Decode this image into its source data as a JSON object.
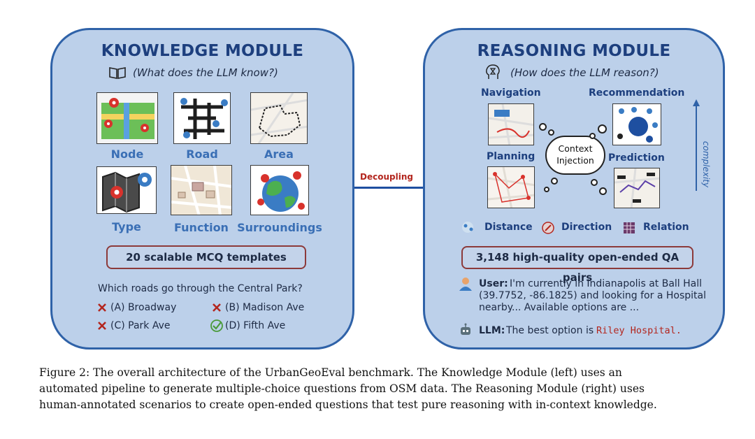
{
  "knowledge": {
    "title": "KNOWLEDGE MODULE",
    "subtitle": "(What does the LLM know?)",
    "tiles": [
      "Node",
      "Road",
      "Area",
      "Type",
      "Function",
      "Surroundings"
    ],
    "banner": "20 scalable MCQ templates",
    "question": "Which roads go through the Central Park?",
    "options": [
      "(A) Broadway",
      "(B) Madison Ave",
      "(C) Park Ave",
      "(D) Fifth Ave"
    ]
  },
  "connector": {
    "label": "Decoupling"
  },
  "reasoning": {
    "title": "REASONING MODULE",
    "subtitle": "(How does the LLM reason?)",
    "tasks": [
      "Navigation",
      "Recommendation",
      "Planning",
      "Prediction"
    ],
    "context_line1": "Context",
    "context_line2": "Injection",
    "complexity": "complexity",
    "categories": [
      "Distance",
      "Direction",
      "Relation"
    ],
    "banner": "3,148 high-quality open-ended QA pairs",
    "user_label": "User:",
    "user_line1": "I'm currently in Indianapolis at Ball Hall",
    "user_line2": "(39.7752, -86.1825) and looking for a Hospital",
    "user_line3": "nearby...  Available options are ...",
    "llm_label": "LLM:",
    "llm_text": "The best option is",
    "llm_answer": "Riley Hospital."
  },
  "caption": {
    "line1": "Figure 2:  The overall architecture of the UrbanGeoEval benchmark.  The Knowledge Module (left) uses an",
    "line2": "automated pipeline to generate multiple-choice questions from OSM data. The Reasoning Module (right) uses",
    "line3": "human-annotated scenarios to create open-ended questions that test pure reasoning with in-context knowledge."
  },
  "colors": {
    "panel": "#bcd0ea",
    "border": "#2f62a8",
    "title": "#1d3f7e",
    "accent_red": "#b3261e",
    "check_green": "#4a9a3a"
  }
}
